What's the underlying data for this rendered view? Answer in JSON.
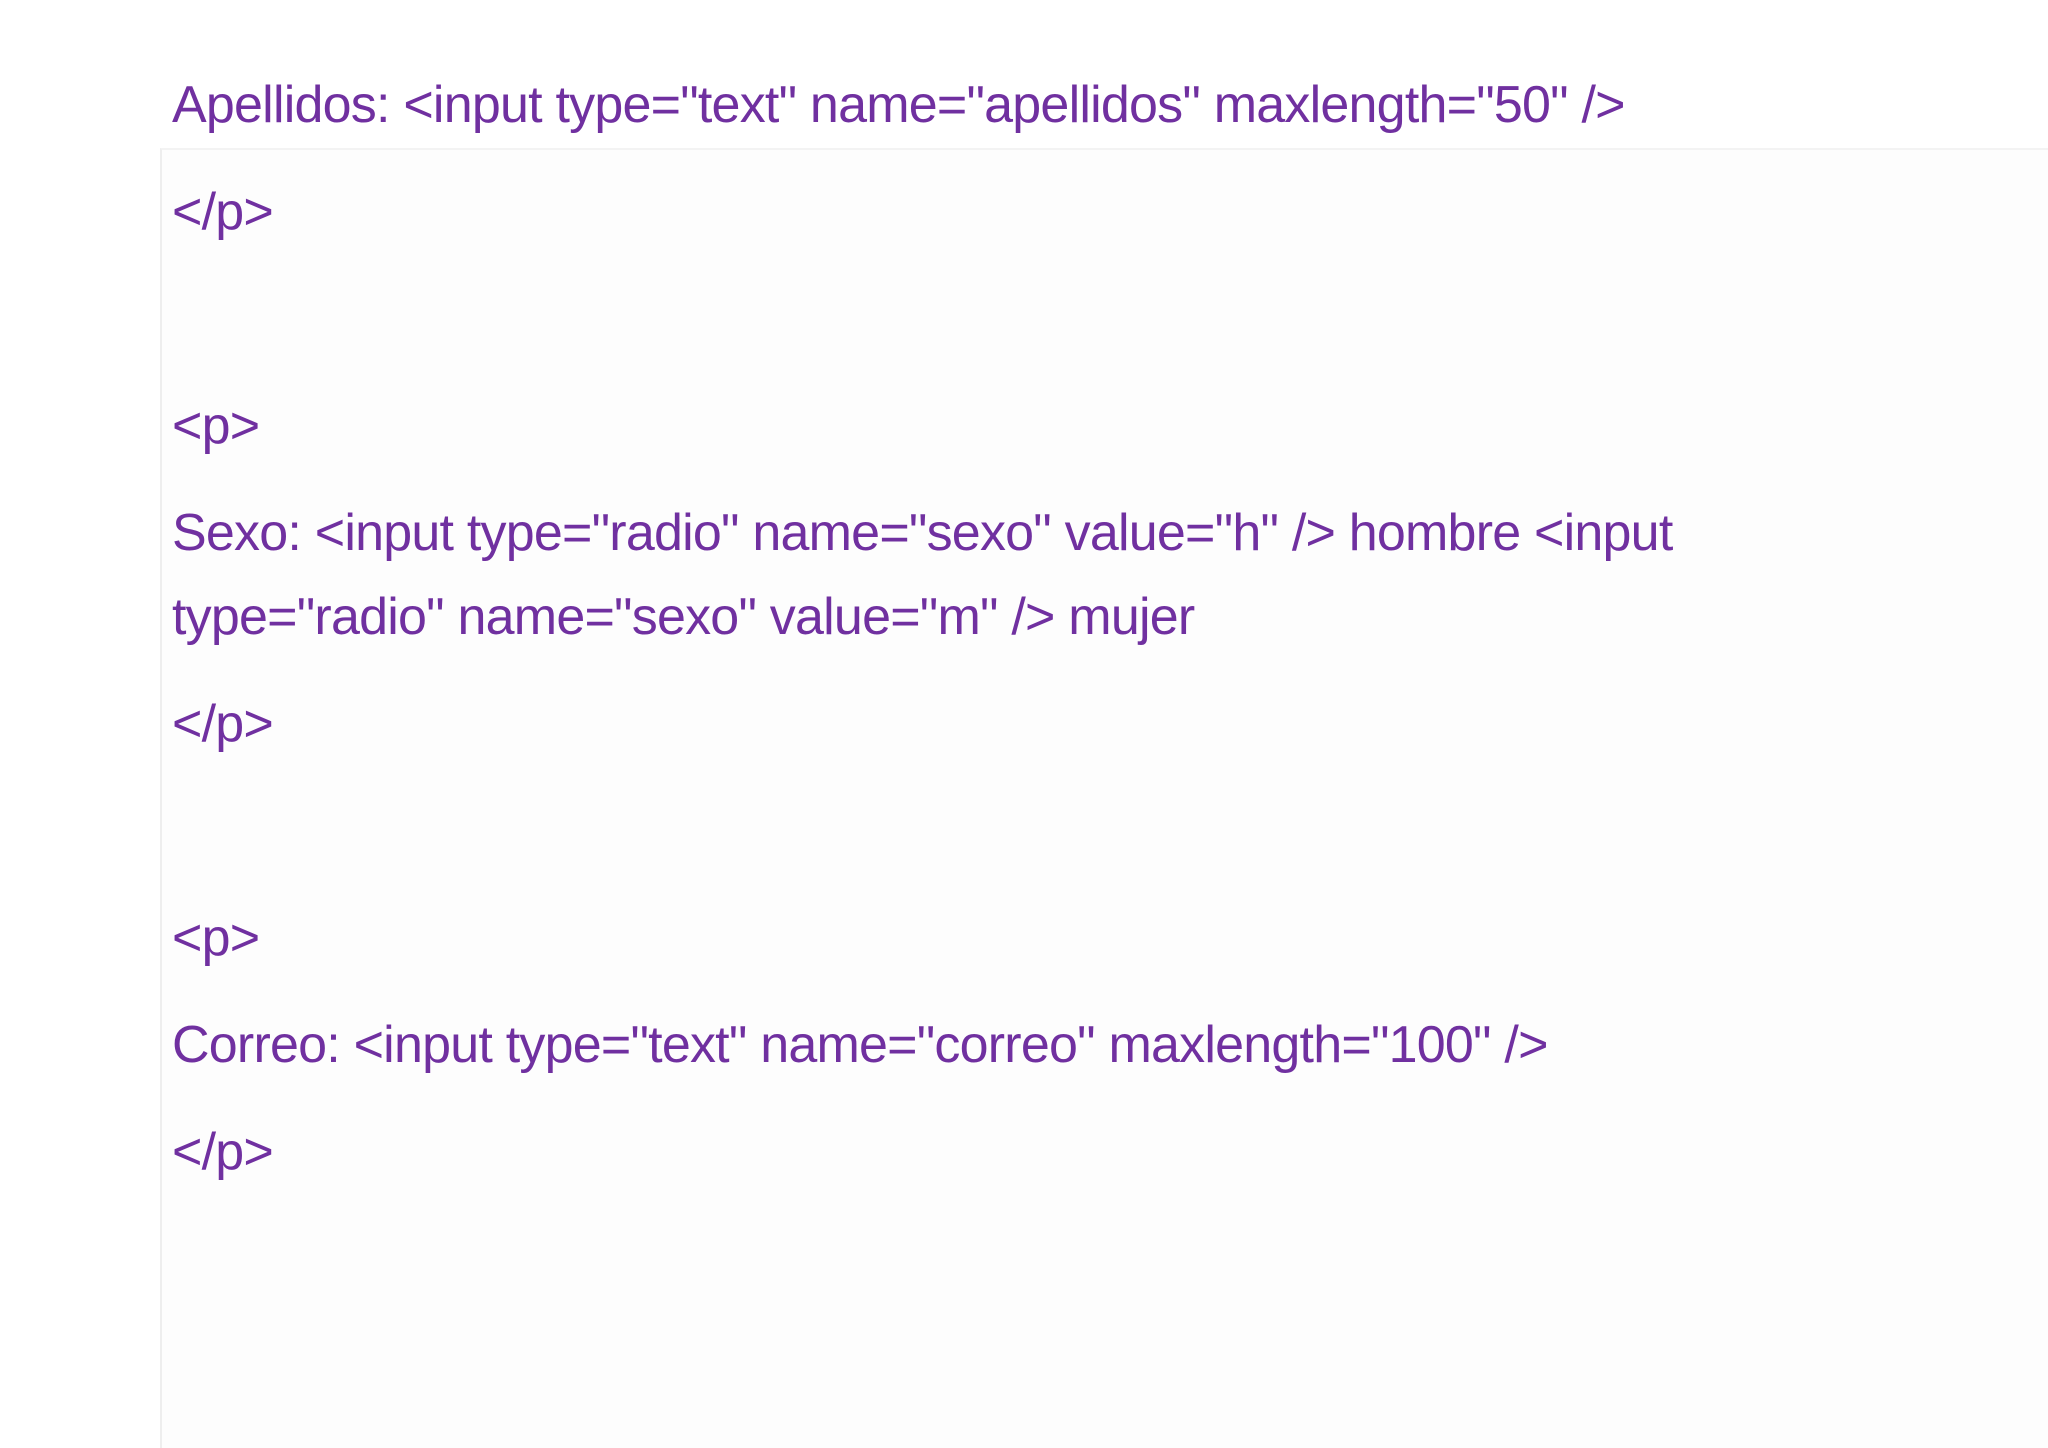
{
  "page": {
    "background_color": "#ffffff",
    "page_edge_color": "#eeeeee",
    "text_color": "#7030A0"
  },
  "doc": {
    "paragraphs": [
      {
        "lines": [
          "Apellidos: <input type=\"text\" name=\"apellidos\" maxlength=\"50\" />"
        ]
      },
      {
        "lines": [
          "</p>"
        ]
      },
      {
        "lines": [
          ""
        ]
      },
      {
        "lines": [
          "<p>"
        ]
      },
      {
        "lines": [
          "Sexo: <input type=\"radio\" name=\"sexo\" value=\"h\" /> hombre <input",
          "type=\"radio\" name=\"sexo\" value=\"m\" /> mujer"
        ]
      },
      {
        "lines": [
          "</p>"
        ]
      },
      {
        "lines": [
          ""
        ]
      },
      {
        "lines": [
          "<p>"
        ]
      },
      {
        "lines": [
          "Correo: <input type=\"text\" name=\"correo\" maxlength=\"100\" />"
        ]
      },
      {
        "lines": [
          "</p>"
        ]
      }
    ]
  }
}
